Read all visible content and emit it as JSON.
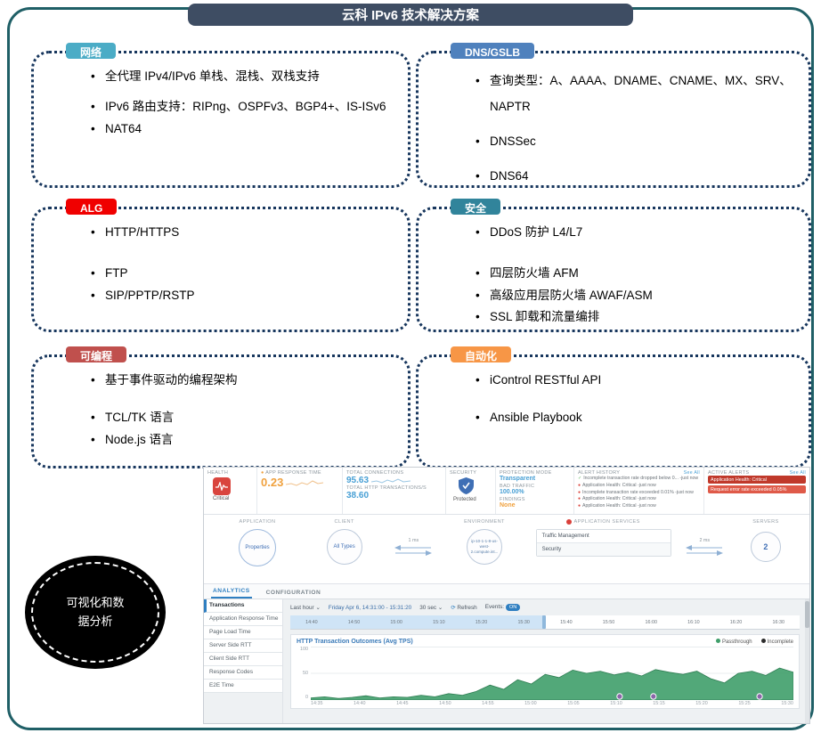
{
  "slide": {
    "title": "云科 IPv6 技术解决方案",
    "banner_color": "#3e4d63",
    "border_color": "#1f5f66"
  },
  "icons": {
    "check": "✓",
    "dot": "●",
    "dropdown": "⌄",
    "refresh": "⟳"
  },
  "boxes": [
    {
      "tab": "网络",
      "tab_color": "#4bacc6",
      "items": [
        "全代理 IPv4/IPv6 单栈、混栈、双栈支持",
        "IPv6 路由支持：RIPng、OSPFv3、BGP4+、IS-ISv6",
        "NAT64"
      ]
    },
    {
      "tab": "DNS/GSLB",
      "tab_color": "#4f81bd",
      "items": [
        "查询类型：A、AAAA、DNAME、CNAME、MX、SRV、NAPTR",
        "DNSSec",
        "DNS64"
      ]
    },
    {
      "tab": "ALG",
      "tab_color": "#f00000",
      "items": [
        "HTTP/HTTPS",
        "FTP",
        "SIP/PPTP/RSTP"
      ]
    },
    {
      "tab": "安全",
      "tab_color": "#31849b",
      "items": [
        "DDoS 防护 L4/L7",
        "四层防火墙 AFM",
        "高级应用层防火墙 AWAF/ASM",
        "SSL 卸载和流量编排"
      ]
    },
    {
      "tab": "可编程",
      "tab_color": "#c0504d",
      "items": [
        "基于事件驱动的编程架构",
        "TCL/TK 语言",
        "Node.js 语言"
      ]
    },
    {
      "tab": "自动化",
      "tab_color": "#f79646",
      "items": [
        "iControl RESTful API",
        "Ansible Playbook"
      ]
    }
  ],
  "ellipse": {
    "label": "可视化和数据分析"
  },
  "dashboard": {
    "health": {
      "label": "HEALTH",
      "status": "Critical",
      "app_response_time": {
        "label": "APP RESPONSE TIME",
        "value": "0.23"
      },
      "total_connections": {
        "label": "TOTAL CONNECTIONS",
        "value": "95.63"
      },
      "total_http": {
        "label": "TOTAL HTTP TRANSACTIONS/S",
        "value": "38.60"
      },
      "security": {
        "label": "SECURITY",
        "status": "Protected"
      },
      "protection_mode": {
        "label": "PROTECTION MODE",
        "value": "Transparent"
      },
      "bad_traffic": {
        "label": "BAD TRAFFIC",
        "value": "100.00%"
      },
      "findings": {
        "label": "FINDINGS",
        "value": "None"
      },
      "alert_history": {
        "label": "ALERT HISTORY",
        "see_all": "See All",
        "items": [
          {
            "icon": "✓",
            "text": "Incomplete transaction rate dropped below 0... -just now"
          },
          {
            "icon": "●",
            "text": "Application Health: Critical -just now"
          },
          {
            "icon": "●",
            "text": "Incomplete transaction rate exceeded 0.01% -just now"
          },
          {
            "icon": "●",
            "text": "Application Health: Critical -just now"
          },
          {
            "icon": "●",
            "text": "Application Health: Critical -just now"
          }
        ]
      },
      "active_alerts": {
        "label": "ACTIVE ALERTS",
        "see_all": "See All",
        "items": [
          "Application Health: Critical",
          "Request error rate exceeded 0.05%"
        ],
        "colors": [
          "#c0392b",
          "#df5a49"
        ]
      }
    },
    "map": {
      "application": {
        "label": "APPLICATION",
        "node": "Properties"
      },
      "client": {
        "label": "CLIENT",
        "node": "All Types"
      },
      "latency_client": "1 ms",
      "environment": {
        "label": "ENVIRONMENT",
        "node": "ip-10-1-1-8-us-west-2.compute.int..."
      },
      "services": {
        "label": "APPLICATION SERVICES",
        "items": [
          "Traffic Management",
          "Security"
        ]
      },
      "latency_server": "2 ms",
      "servers": {
        "label": "SERVERS",
        "node": "2"
      }
    },
    "tabs": [
      {
        "label": "ANALYTICS"
      },
      {
        "label": "CONFIGURATION"
      }
    ],
    "sidebar": [
      "Transactions",
      "Application Response Time",
      "Page Load Time",
      "Server Side RTT",
      "Client Side RTT",
      "Response Codes",
      "E2E Time"
    ],
    "toolbar": {
      "range": "Last hour",
      "date": "Friday Apr 6, 14:31:00 - 15:31:20",
      "interval": "30 sec",
      "refresh": "Refresh",
      "events_label": "Events:",
      "events_state": "ON"
    },
    "ruler": {
      "labels": [
        "14:40",
        "14:50",
        "15:00",
        "15:10",
        "15:20",
        "15:30",
        "15:40",
        "15:50",
        "16:00",
        "16:10",
        "16:20",
        "16:30"
      ],
      "selected_count": 6
    }
  },
  "chart_data": {
    "type": "area",
    "title": "HTTP Transaction Outcomes (Avg TPS)",
    "legend": [
      {
        "name": "Passthrough",
        "color": "#3f9e6a"
      },
      {
        "name": "Incomplete",
        "color": "#2b2b2b"
      }
    ],
    "xticks": [
      "14:35",
      "14:40",
      "14:45",
      "14:50",
      "14:55",
      "15:00",
      "15:05",
      "15:10",
      "15:15",
      "15:20",
      "15:25",
      "15:30"
    ],
    "yticks": [
      0,
      50,
      100
    ],
    "ylim": [
      0,
      100
    ],
    "series": [
      {
        "name": "Passthrough",
        "color": "#3f9e6a",
        "values": [
          4,
          6,
          3,
          5,
          8,
          4,
          6,
          5,
          9,
          6,
          12,
          9,
          16,
          28,
          20,
          38,
          30,
          48,
          42,
          56,
          50,
          54,
          47,
          52,
          45,
          57,
          52,
          48,
          54,
          40,
          32,
          50,
          54,
          46,
          60,
          52
        ]
      }
    ],
    "event_positions": [
      0.64,
      0.71,
      0.93
    ],
    "event_color": "#8a66a8"
  }
}
